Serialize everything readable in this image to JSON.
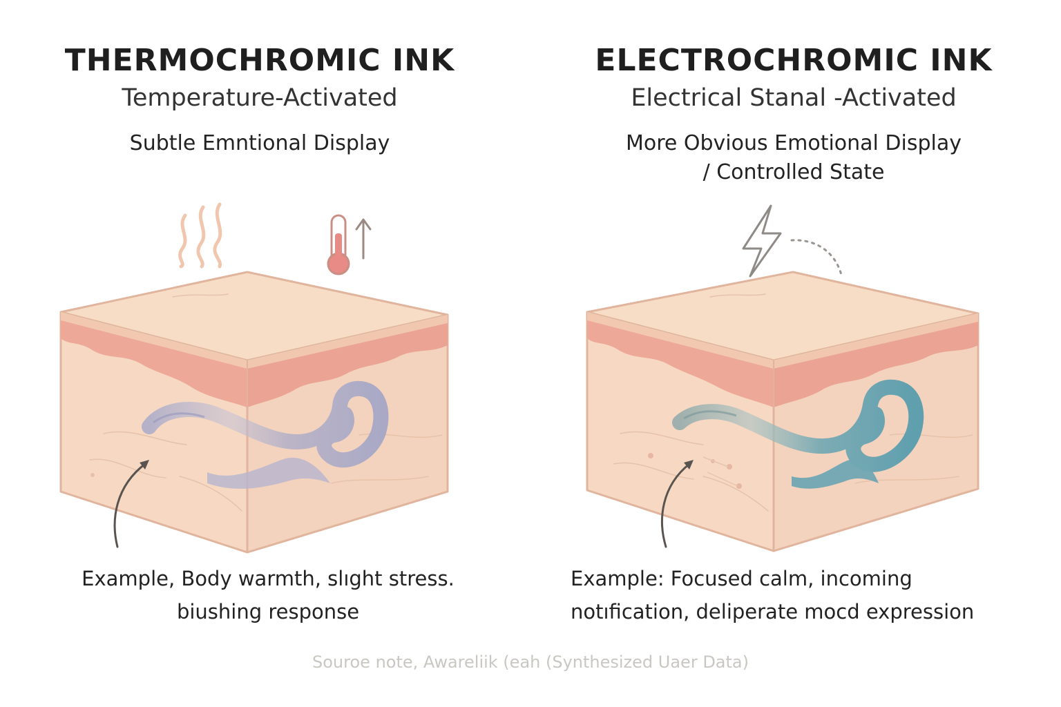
{
  "left": {
    "title": "THERMOCHROMIC INK",
    "subtitle": "Temperature-Activated",
    "display": "Subtle Emntional Display",
    "example_line1": "Example, Body warmth, slıght stress.",
    "example_line2": "biushing response",
    "icons": [
      "heat-waves-icon",
      "thermometer-up-icon"
    ],
    "ink_color": "#a9aac9"
  },
  "right": {
    "title": "ELECTROCHROMIC INK",
    "subtitle": "Electrical Stanal -Activated",
    "display_line1": "More Obvious Emotional Display",
    "display_line2": "/ Controlled State",
    "example_line1": "Example: Focused calm, incoming",
    "example_line2": "notıfication, deliperate mocd expression",
    "icons": [
      "lightning-bolt-icon"
    ],
    "ink_color": "#6fa7b3"
  },
  "footer": "Souroe note, Awareliik (eah (Synthesized Uaer Data)",
  "colors": {
    "skin_top": "#f6dcc4",
    "skin_band": "#eea898",
    "skin_side": "#f4d8c3",
    "outline": "#e0b49d"
  }
}
